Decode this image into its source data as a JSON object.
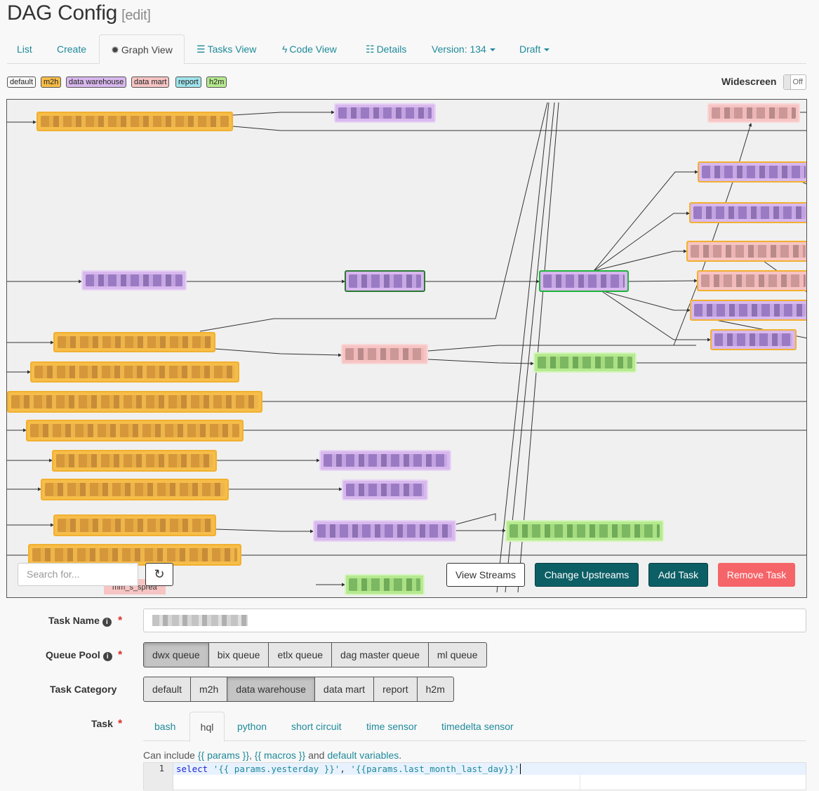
{
  "header": {
    "title": "DAG Config",
    "edit_label": "[edit]"
  },
  "tabs": [
    {
      "label": "List",
      "icon": ""
    },
    {
      "label": "Create",
      "icon": ""
    },
    {
      "label": "Graph View",
      "icon": "gear-icon",
      "active": true
    },
    {
      "label": "Tasks View",
      "icon": "tasks-icon"
    },
    {
      "label": "Code View",
      "icon": "bolt-icon"
    },
    {
      "label": "Details",
      "icon": "list-icon"
    },
    {
      "label": "Version: 134",
      "dropdown": true
    },
    {
      "label": "Draft",
      "dropdown": true
    }
  ],
  "legend": [
    {
      "label": "default",
      "color": "#f8f8f8"
    },
    {
      "label": "m2h",
      "color": "#f6bd49"
    },
    {
      "label": "data warehouse",
      "color": "#d8b8ee"
    },
    {
      "label": "data mart",
      "color": "#f7c4c4"
    },
    {
      "label": "report",
      "color": "#9fe4ec"
    },
    {
      "label": "h2m",
      "color": "#b6ea8f"
    }
  ],
  "widescreen": {
    "label": "Widescreen",
    "state": "Off"
  },
  "graph": {
    "search_placeholder": "Search for...",
    "partial_node_label": "mm_s_sprea",
    "buttons": {
      "view_streams": "View Streams",
      "change_upstreams": "Change Upstreams",
      "add_task": "Add Task",
      "remove_task": "Remove Task"
    }
  },
  "form": {
    "task_name_label": "Task Name",
    "queue_pool_label": "Queue Pool",
    "queue_pools": [
      {
        "label": "dwx queue",
        "selected": true
      },
      {
        "label": "bix queue"
      },
      {
        "label": "etlx queue"
      },
      {
        "label": "dag master queue"
      },
      {
        "label": "ml queue"
      }
    ],
    "task_category_label": "Task Category",
    "task_categories": [
      {
        "label": "default"
      },
      {
        "label": "m2h"
      },
      {
        "label": "data warehouse",
        "selected": true
      },
      {
        "label": "data mart"
      },
      {
        "label": "report"
      },
      {
        "label": "h2m"
      }
    ],
    "task_label": "Task",
    "task_types": [
      {
        "label": "bash"
      },
      {
        "label": "hql",
        "active": true
      },
      {
        "label": "python"
      },
      {
        "label": "short circuit"
      },
      {
        "label": "time sensor"
      },
      {
        "label": "timedelta sensor"
      }
    ],
    "hint": {
      "prefix": "Can include",
      "params": "{{ params }}",
      "sep": ",",
      "macros": "{{ macros }}",
      "and": "and",
      "defaults": "default variables",
      "end": "."
    },
    "editor": {
      "line_number": "1",
      "kw": "select",
      "s1": "'{{ params.yesterday }}'",
      "comma": ", ",
      "s2": "'{{params.last_month_last_day}}'"
    }
  }
}
